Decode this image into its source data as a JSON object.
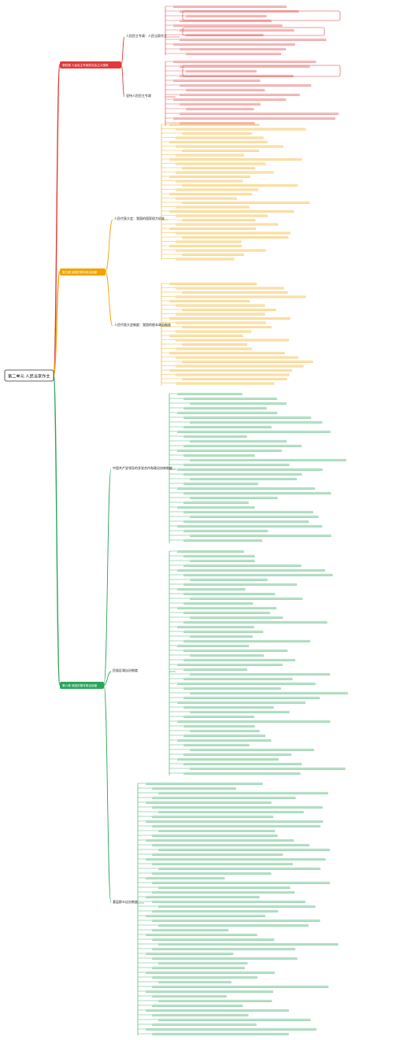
{
  "root": {
    "label": "第二单元 人民当家作主"
  },
  "colors": {
    "red": "#e03a3a",
    "orange": "#f0a400",
    "green": "#2aa55a",
    "text": "#333333"
  },
  "branches": [
    {
      "key": "red",
      "label": "第四课 人民民主专政的社会主义国家",
      "children": [
        {
          "label": "人民民主专政：人民当家作主"
        },
        {
          "label": "坚持人民民主专政"
        }
      ]
    },
    {
      "key": "orange",
      "label": "第五课 我国的根本政治制度",
      "children": [
        {
          "label": "人民代表大会：我国的国家权力机关"
        },
        {
          "label": "人民代表大会制度：我国的根本政治制度"
        }
      ]
    },
    {
      "key": "green",
      "label": "第六课 我国的基本政治制度",
      "children": [
        {
          "label": "中国共产党领导的多党合作和政治协商制度"
        },
        {
          "label": "民族区域自治制度"
        },
        {
          "label": "基层群众自治制度"
        }
      ]
    }
  ]
}
